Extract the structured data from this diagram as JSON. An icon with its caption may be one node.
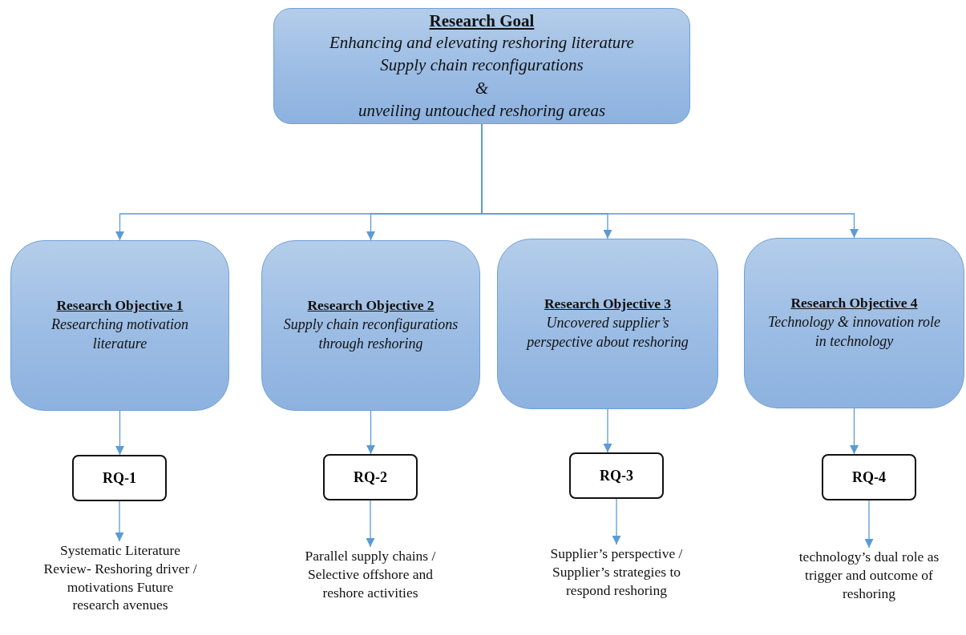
{
  "diagram": {
    "nodes": [
      {
        "text": [
          "Research Goal",
          "Enhancing and elevating reshoring literature",
          "Supply chain reconfigurations",
          "&",
          "unveiling untouched reshoring areas"
        ]
      },
      {
        "text": [
          "Research Objective 1",
          "Researching motivation literature"
        ]
      },
      {
        "text": [
          "Research Objective 2",
          "Supply chain reconfigurations through reshoring"
        ]
      },
      {
        "text": [
          "Research Objective 3",
          "Uncovered supplier’s perspective about reshoring"
        ]
      },
      {
        "text": [
          "Research Objective 4",
          "Technology & innovation role in technology"
        ]
      },
      {
        "text": [
          "RQ-1"
        ]
      },
      {
        "text": [
          "RQ-2"
        ]
      },
      {
        "text": [
          "RQ-3"
        ]
      },
      {
        "text": [
          "RQ-4"
        ]
      },
      {
        "text": [
          "Systematic Literature Review- Reshoring driver / motivations Future research avenues"
        ]
      },
      {
        "text": [
          "Parallel supply chains / Selective offshore and reshore activities"
        ]
      },
      {
        "text": [
          "Supplier’s perspective / Supplier’s strategies to respond reshoring"
        ]
      },
      {
        "text": [
          "technology’s dual role as trigger and outcome of reshoring"
        ]
      }
    ],
    "edges": [
      {
        "from": 0,
        "to": 1,
        "arrow": "to"
      },
      {
        "from": 0,
        "to": 2,
        "arrow": "to"
      },
      {
        "from": 0,
        "to": 3,
        "arrow": "to"
      },
      {
        "from": 0,
        "to": 4,
        "arrow": "to"
      },
      {
        "from": 1,
        "to": 5,
        "arrow": "to"
      },
      {
        "from": 2,
        "to": 6,
        "arrow": "to"
      },
      {
        "from": 3,
        "to": 7,
        "arrow": "to"
      },
      {
        "from": 4,
        "to": 8,
        "arrow": "to"
      },
      {
        "from": 5,
        "to": 9,
        "arrow": "to"
      },
      {
        "from": 6,
        "to": 10,
        "arrow": "to"
      },
      {
        "from": 7,
        "to": 11,
        "arrow": "to"
      },
      {
        "from": 8,
        "to": 12,
        "arrow": "to"
      }
    ]
  }
}
